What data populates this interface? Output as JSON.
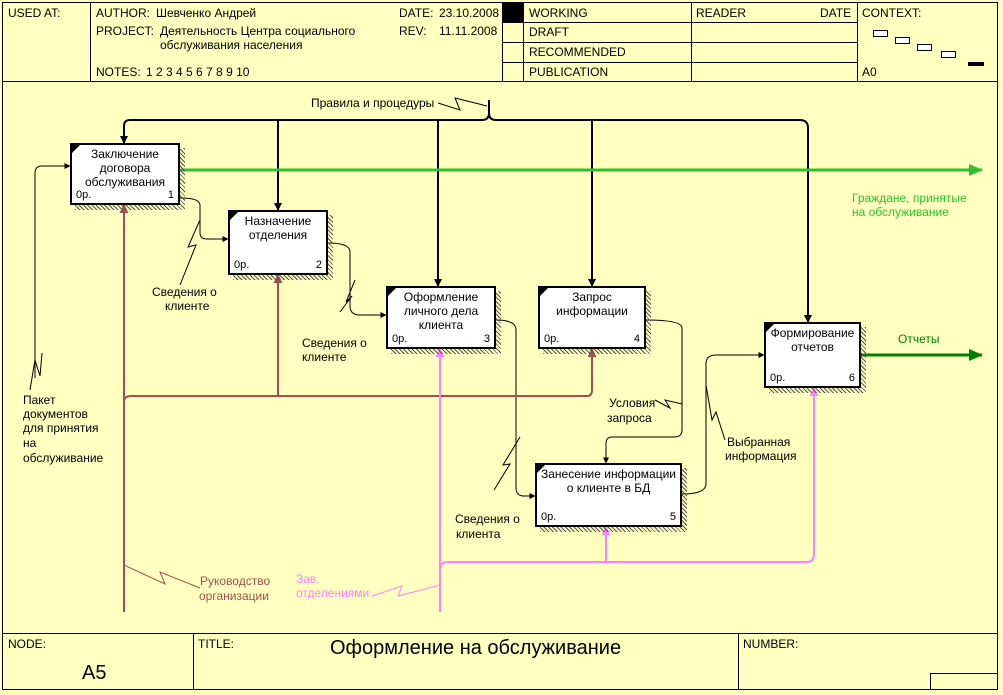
{
  "header": {
    "used_at_label": "USED AT:",
    "author_label": "AUTHOR:",
    "author": "Шевченко Андрей",
    "project_label": "PROJECT:",
    "project_line1": "Деятельность Центра социального",
    "project_line2": "обслуживания населения",
    "notes_label": "NOTES:",
    "notes": "1  2  3  4  5  6  7  8  9  10",
    "date_label": "DATE:",
    "date": "23.10.2008",
    "rev_label": "REV:",
    "rev": "11.11.2008",
    "statuses": [
      "WORKING",
      "DRAFT",
      "RECOMMENDED",
      "PUBLICATION"
    ],
    "reader_label": "READER",
    "reader_date_label": "DATE",
    "context_label": "CONTEXT:",
    "context_node": "A0"
  },
  "footer": {
    "node_label": "NODE:",
    "node": "A5",
    "title_label": "TITLE:",
    "title": "Оформление на обслуживание",
    "number_label": "NUMBER:"
  },
  "boxes": [
    {
      "lines": [
        "Заключение",
        "договора",
        "обслуживания"
      ],
      "cost": "0р.",
      "num": "1"
    },
    {
      "lines": [
        "Назначение",
        "отделения"
      ],
      "cost": "0р.",
      "num": "2"
    },
    {
      "lines": [
        "Оформление",
        "личного дела",
        "клиента"
      ],
      "cost": "0р.",
      "num": "3"
    },
    {
      "lines": [
        "Запрос",
        "информации"
      ],
      "cost": "0р.",
      "num": "4"
    },
    {
      "lines": [
        "Занесение информации",
        "о клиенте в БД"
      ],
      "cost": "0р.",
      "num": "5"
    },
    {
      "lines": [
        "Формирование",
        "отчетов"
      ],
      "cost": "0р.",
      "num": "6"
    }
  ],
  "labels": {
    "rules": "Правила и процедуры",
    "citizens_1": "Граждане, принятые",
    "citizens_2": "на обслуживание",
    "reports": "Отчеты",
    "client_info_a_1": "Сведения о",
    "client_info_a_2": "клиенте",
    "client_info_b_1": "Сведения о",
    "client_info_b_2": "клиенте",
    "client_info_c_1": "Сведения о",
    "client_info_c_2": "клиента",
    "package_1": "Пакет",
    "package_2": "документов",
    "package_3": "для принятия",
    "package_4": "на",
    "package_5": "обслуживание",
    "query_cond_1": "Условия",
    "query_cond_2": "запроса",
    "selected_1": "Выбранная",
    "selected_2": "информация",
    "management_1": "Руководство",
    "management_2": "организации",
    "heads_1": "Зав.",
    "heads_2": "отделениями"
  },
  "colors": {
    "background": "#ffffc0",
    "management": "#a05050",
    "heads": "#ff80ff",
    "citizens": "#30c030",
    "reports": "#008000"
  }
}
